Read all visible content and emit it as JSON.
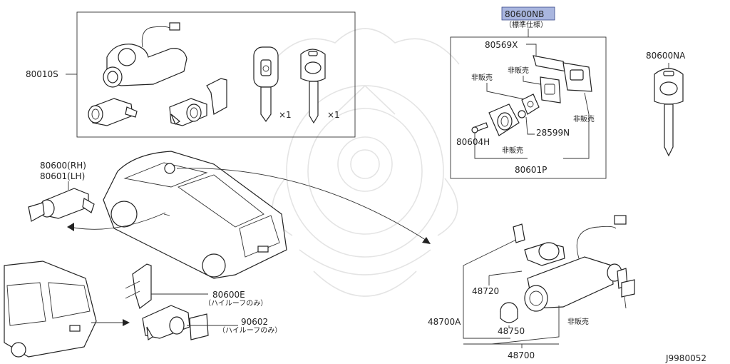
{
  "labels": {
    "p80010S": "80010S",
    "p80600NB": "80600NB",
    "p80600NB_note": "（標準仕様）",
    "p80569X": "80569X",
    "p80600NA": "80600NA",
    "hihanbai": "非販売",
    "p28599N": "28599N",
    "p80604H": "80604H",
    "p80601P": "80601P",
    "p80600RH": "80600(RH)",
    "p80601LH": "80601(LH)",
    "p80600E": "80600E",
    "p80600E_note": "（ハイルーフのみ）",
    "p90602": "90602",
    "p90602_note": "（ハイルーフのみ）",
    "p48720": "48720",
    "p48700A": "48700A",
    "p48750": "48750",
    "p48700": "48700",
    "qty1": "×1",
    "qty2": "×1",
    "diagram_code": "J9980052"
  },
  "colors": {
    "highlight": "#a9b6df",
    "line": "#222222",
    "watermark": "#e4e4e4"
  }
}
